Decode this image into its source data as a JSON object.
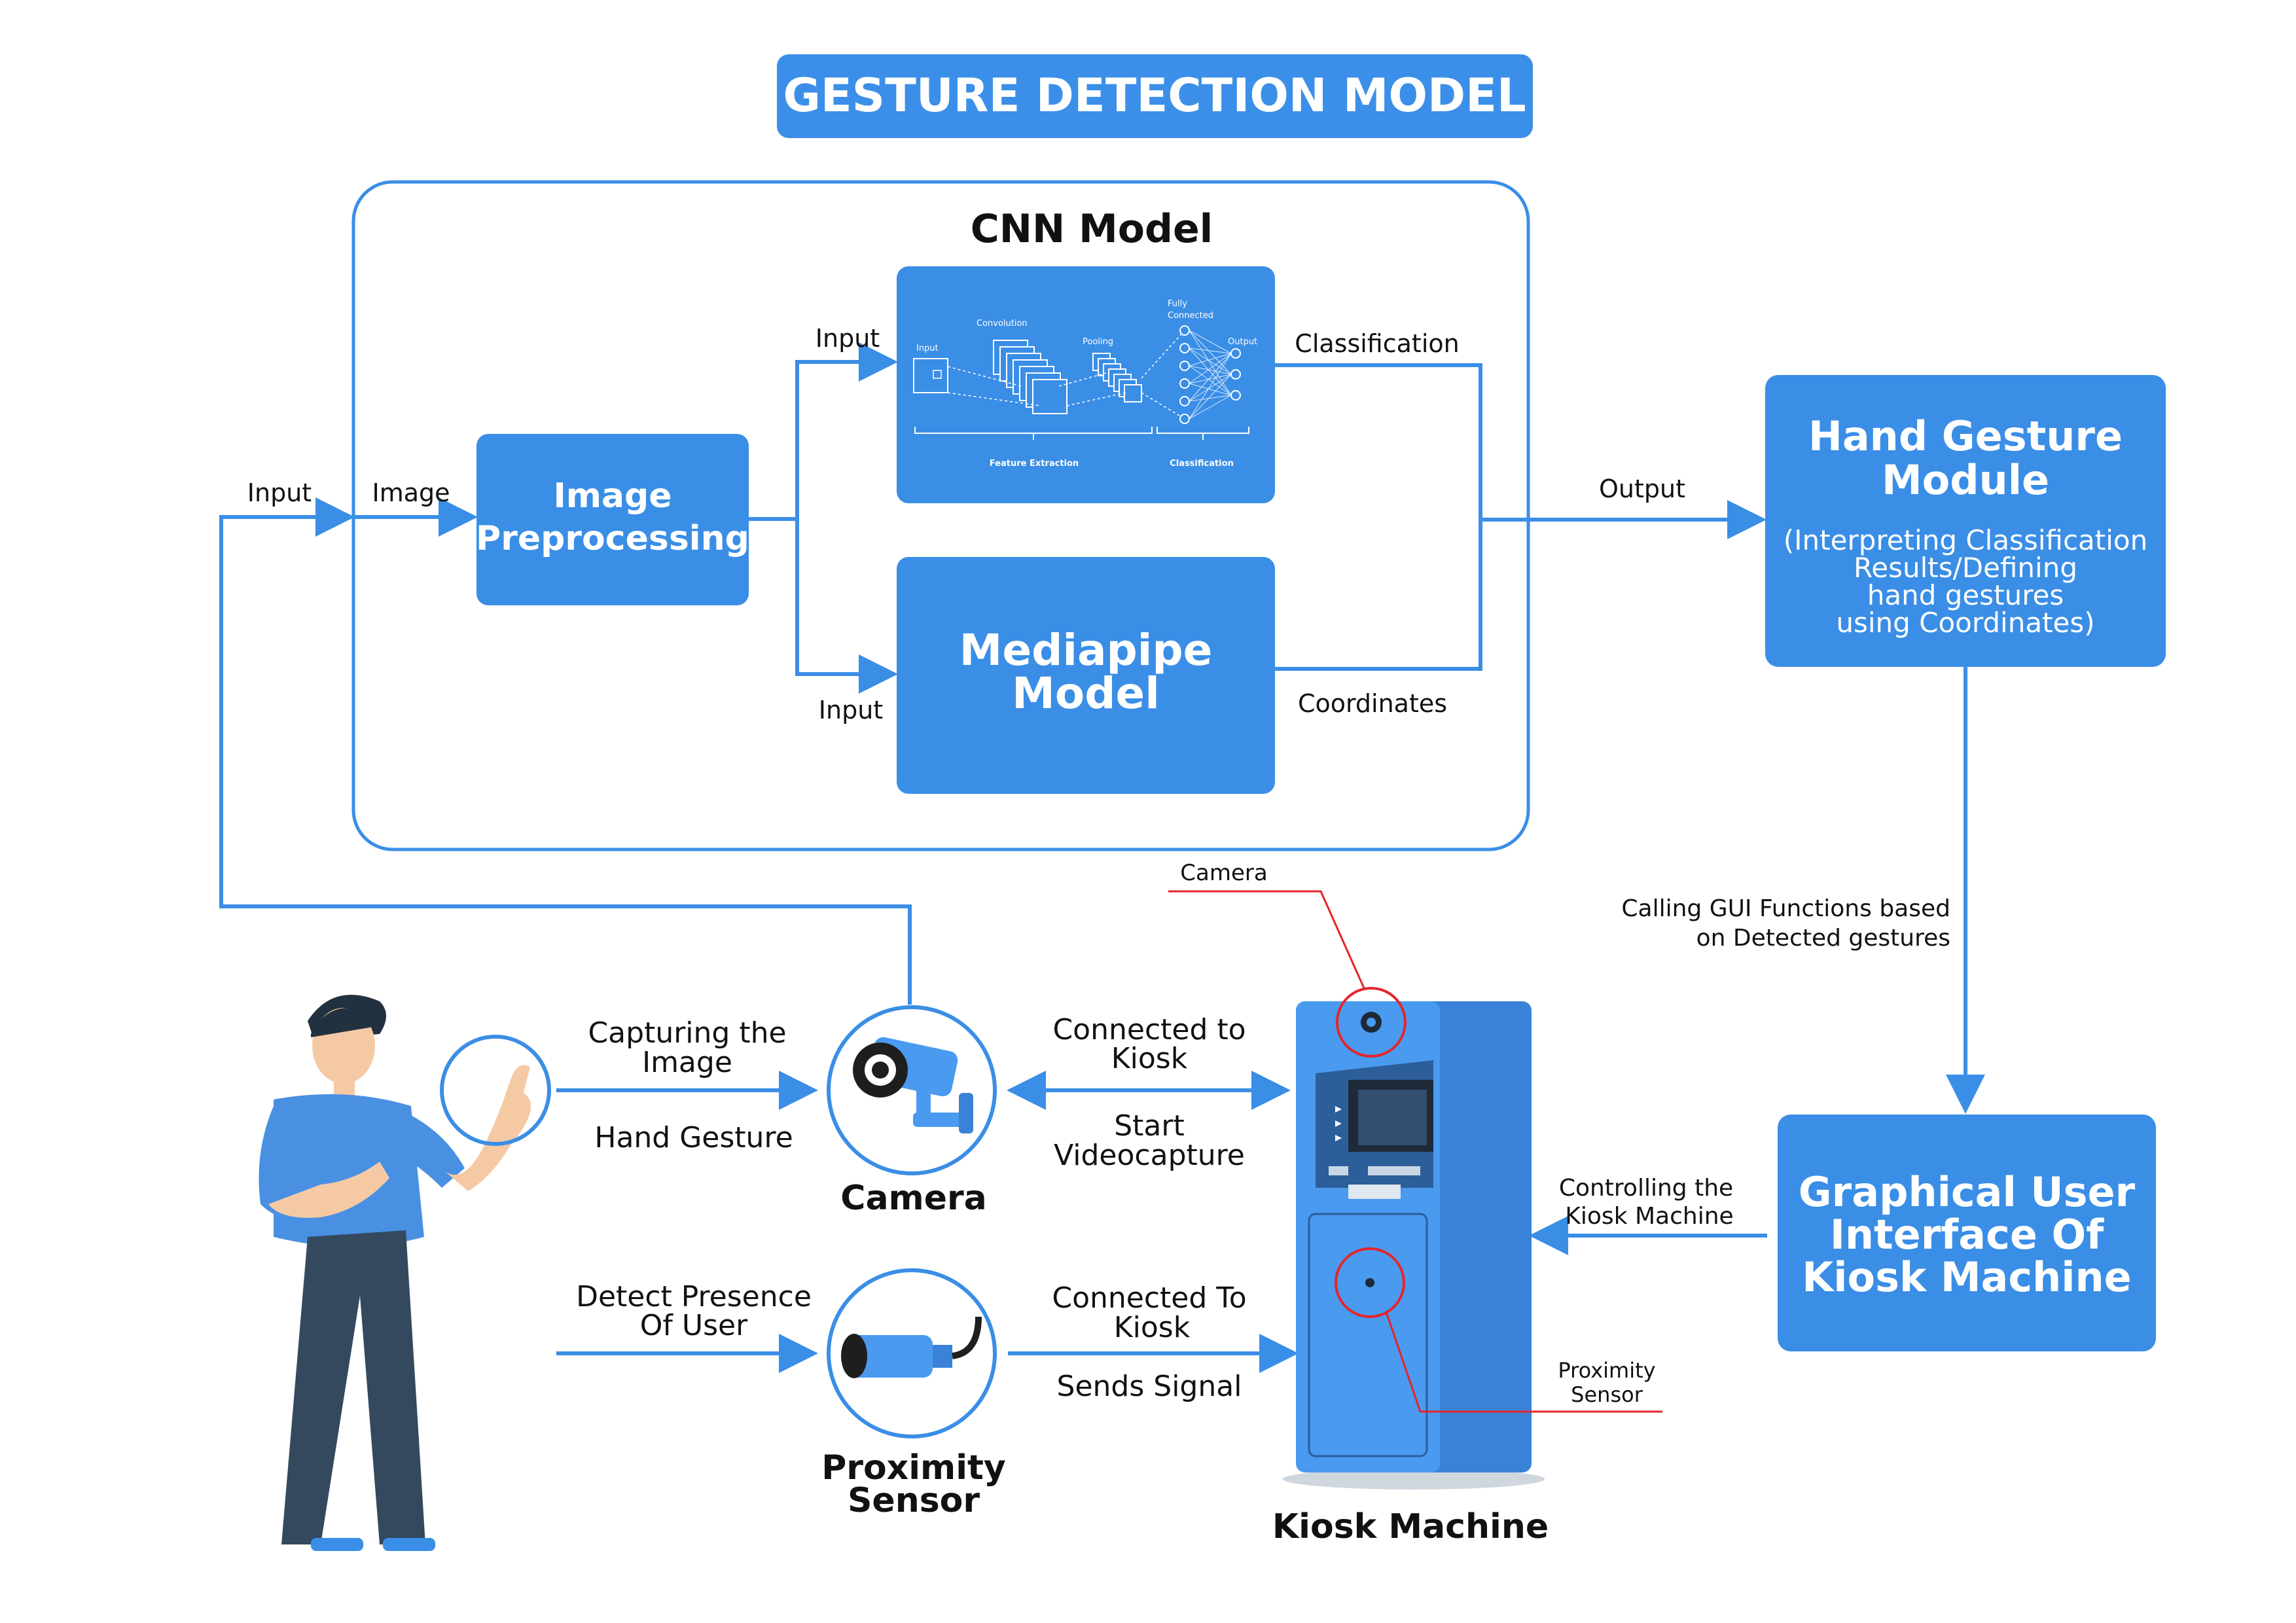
{
  "title": "GESTURE DETECTION MODEL",
  "colors": {
    "primary": "#3a8ee6",
    "title_bg": "#3b8fe8",
    "arrow": "#3a8ee6",
    "callout_red": "#e5252a",
    "text": "#111111",
    "person_shirt": "#4a90e2",
    "person_pants": "#34495e",
    "kiosk_body": "#4a9af0",
    "kiosk_side": "#3a82d8"
  },
  "cnn_group": {
    "label": "CNN Model"
  },
  "blocks": {
    "image_preprocessing": {
      "line1": "Image",
      "line2": "Preprocessing"
    },
    "cnn": {
      "input_label": "Input",
      "convolution_label": "Convolution",
      "pooling_label": "Pooling",
      "fully_connected_line1": "Fully",
      "fully_connected_line2": "Connected",
      "output_label": "Output",
      "feature_extraction_label": "Feature Extraction",
      "classification_label": "Classification"
    },
    "mediapipe": {
      "line1": "Mediapipe",
      "line2": "Model"
    },
    "hand_gesture_module": {
      "line1": "Hand Gesture",
      "line2": "Module",
      "desc1": "(Interpreting Classification",
      "desc2": "Results/Defining",
      "desc3": "hand gestures",
      "desc4": "using Coordinates)"
    },
    "gui": {
      "line1": "Graphical User",
      "line2": "Interface Of",
      "line3": "Kiosk Machine"
    }
  },
  "edge_labels": {
    "input_outer": "Input",
    "image": "Image",
    "input_cnn": "Input",
    "input_mediapipe": "Input",
    "classification": "Classification",
    "coordinates": "Coordinates",
    "output": "Output",
    "calling_gui_1": "Calling GUI Functions based",
    "calling_gui_2": "on Detected gestures",
    "controlling_1": "Controlling the",
    "controlling_2": "Kiosk Machine",
    "capturing_1": "Capturing the",
    "capturing_2": "Image",
    "hand_gesture": "Hand Gesture",
    "connected_kiosk_1": "Connected to",
    "connected_kiosk_2": "Kiosk",
    "start_video_1": "Start",
    "start_video_2": "Videocapture",
    "detect_presence_1": "Detect Presence",
    "detect_presence_2": "Of User",
    "connected_to_kiosk_1": "Connected To",
    "connected_to_kiosk_2": "Kiosk",
    "sends_signal": "Sends Signal"
  },
  "devices": {
    "camera": "Camera",
    "proximity_1": "Proximity",
    "proximity_2": "Sensor",
    "kiosk": "Kiosk Machine"
  },
  "callouts": {
    "camera": "Camera",
    "proximity_1": "Proximity",
    "proximity_2": "Sensor"
  }
}
